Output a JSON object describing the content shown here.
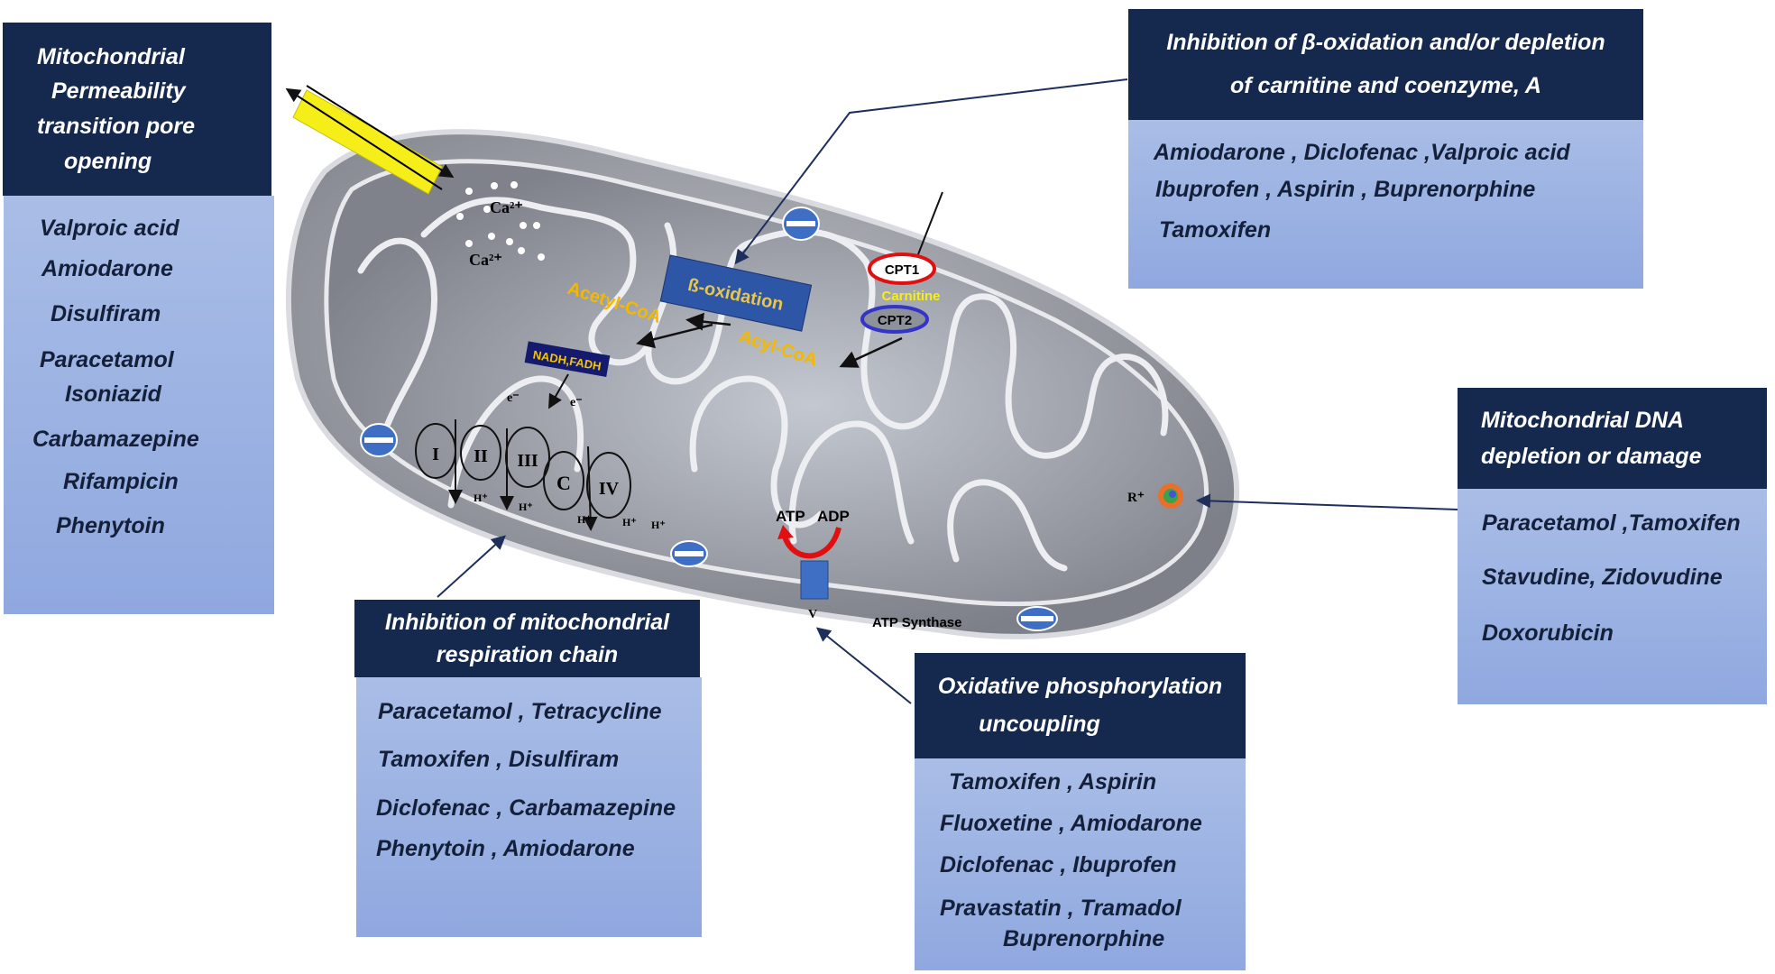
{
  "boxes": {
    "mpt": {
      "title_lines": [
        "Mitochondrial",
        "Permeability",
        "transition pore",
        "opening"
      ],
      "drugs": [
        "Valproic acid",
        "Amiodarone",
        "Disulfiram",
        "Paracetamol",
        "Isoniazid",
        "Carbamazepine",
        "Rifampicin",
        "Phenytoin"
      ]
    },
    "beta": {
      "title_lines": [
        "Inhibition of β-oxidation and/or depletion",
        "of carnitine and coenzyme,  A"
      ],
      "drugs": [
        "Amiodarone , Diclofenac ,Valproic acid",
        "Ibuprofen , Aspirin , Buprenorphine",
        "Tamoxifen"
      ]
    },
    "mtdna": {
      "title_lines": [
        "Mitochondrial DNA",
        "depletion or damage"
      ],
      "drugs": [
        "Paracetamol ,Tamoxifen",
        "Stavudine, Zidovudine",
        "Doxorubicin"
      ]
    },
    "resp": {
      "title_lines": [
        "Inhibition of mitochondrial",
        "respiration chain"
      ],
      "drugs": [
        "Paracetamol , Tetracycline",
        "Tamoxifen ,    Disulfiram",
        "Diclofenac , Carbamazepine",
        "Phenytoin ,    Amiodarone"
      ]
    },
    "oxphos": {
      "title_lines": [
        "Oxidative phosphorylation",
        "uncoupling"
      ],
      "drugs": [
        "Tamoxifen   , Aspirin",
        "Fluoxetine , Amiodarone",
        "Diclofenac   ,   Ibuprofen",
        "Pravastatin ,  Tramadol",
        "Buprenorphine"
      ]
    }
  },
  "diagram": {
    "ca1": "Ca²⁺",
    "ca2": "Ca²⁺",
    "beta_oxidation": "ß-oxidation",
    "acetyl_coa": "Acetyl-CoA",
    "acyl_coa": "Acyl-CoA",
    "nadh": "NADH,FADH",
    "cpt1": "CPT1",
    "cpt2": "CPT2",
    "carnitine": "Carnitine",
    "e1": "e⁻",
    "e2": "e⁻",
    "complexes": [
      "I",
      "II",
      "III",
      "C",
      "IV"
    ],
    "hplus": "H⁺",
    "atp": "ATP",
    "adp": "ADP",
    "atp_synthase": "ATP Synthase",
    "v": "V",
    "r": "R⁺"
  },
  "colors": {
    "header": "#15294f",
    "body": "#9db3e3",
    "yellow": "#f5b800",
    "channel": "#3f6fc4"
  }
}
